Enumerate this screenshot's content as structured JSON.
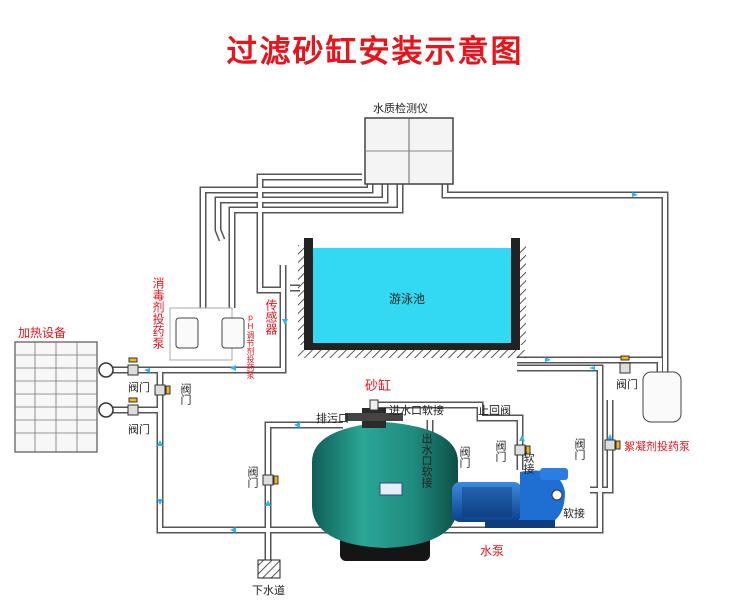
{
  "title": "过滤砂缸安装示意图",
  "labels": {
    "water_quality_monitor": "水质检测仪",
    "pool": "游泳池",
    "heater": "加热设备",
    "disinfectant_doser": "消毒剂投药泵",
    "ph_doser": "pH调节剂投药泵",
    "sensor": "传感器",
    "sand_filter": "砂缸",
    "drain_outlet": "排污口",
    "inlet_hose": "进水口软接",
    "check_valve": "止回阀",
    "outlet_hose": "出水口软接",
    "valve": "阀门",
    "hose": "软接",
    "pump": "水泵",
    "sewer": "下水道",
    "flocculant_doser": "絮凝剂投药泵"
  },
  "colors": {
    "title": "#e8141b",
    "pool_water": "#33d9f2",
    "pump_body": "#1565c0",
    "filter_tank": "#1f8a7e",
    "pipe": "#ffffff",
    "pipe_edge": "#555555",
    "flow_arrow": "#29b6f6"
  },
  "icons": [
    "valve-icon",
    "flow-arrow-icon",
    "sand-filter-tank",
    "water-pump",
    "heater-unit",
    "doser-tank"
  ]
}
